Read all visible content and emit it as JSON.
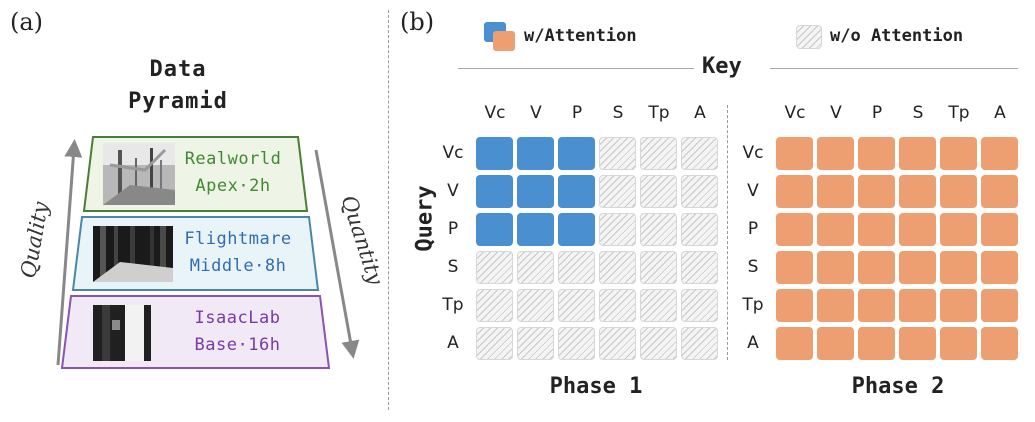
{
  "panel_a": {
    "label": "(a)",
    "title_line1": "Data",
    "title_line2": "Pyramid",
    "left_axis": "Quality",
    "right_axis": "Quantity",
    "tiers": [
      {
        "line1": "Realworld",
        "line2": "Apex·2h",
        "color": "#3f8a2f",
        "border": "#4a7d35",
        "fill": "#eef4e6",
        "icon": "realworld-photo-icon"
      },
      {
        "line1": "Flightmare",
        "line2": "Middle·8h",
        "color": "#2f6eb5",
        "border": "#4a86a8",
        "fill": "#e9f4f8",
        "icon": "flightmare-depth-icon"
      },
      {
        "line1": "IsaacLab",
        "line2": "Base·16h",
        "color": "#7a3aa6",
        "border": "#8b52b0",
        "fill": "#f1e9f6",
        "icon": "isaaclab-depth-icon"
      }
    ]
  },
  "panel_b": {
    "label": "(b)",
    "legend": {
      "with_attention": "w/Attention",
      "without_attention": "w/o Attention",
      "blue": "#4a90d0",
      "orange": "#ee9f72"
    },
    "key_title": "Key",
    "query_title": "Query",
    "tokens": [
      "Vc",
      "V",
      "P",
      "S",
      "Tp",
      "A"
    ],
    "phase1": {
      "label": "Phase 1",
      "mask": [
        [
          1,
          1,
          1,
          0,
          0,
          0
        ],
        [
          1,
          1,
          1,
          0,
          0,
          0
        ],
        [
          1,
          1,
          1,
          0,
          0,
          0
        ],
        [
          0,
          0,
          0,
          0,
          0,
          0
        ],
        [
          0,
          0,
          0,
          0,
          0,
          0
        ],
        [
          0,
          0,
          0,
          0,
          0,
          0
        ]
      ]
    },
    "phase2": {
      "label": "Phase 2",
      "mask": [
        [
          1,
          1,
          1,
          1,
          1,
          1
        ],
        [
          1,
          1,
          1,
          1,
          1,
          1
        ],
        [
          1,
          1,
          1,
          1,
          1,
          1
        ],
        [
          1,
          1,
          1,
          1,
          1,
          1
        ],
        [
          1,
          1,
          1,
          1,
          1,
          1
        ],
        [
          1,
          1,
          1,
          1,
          1,
          1
        ]
      ]
    }
  }
}
